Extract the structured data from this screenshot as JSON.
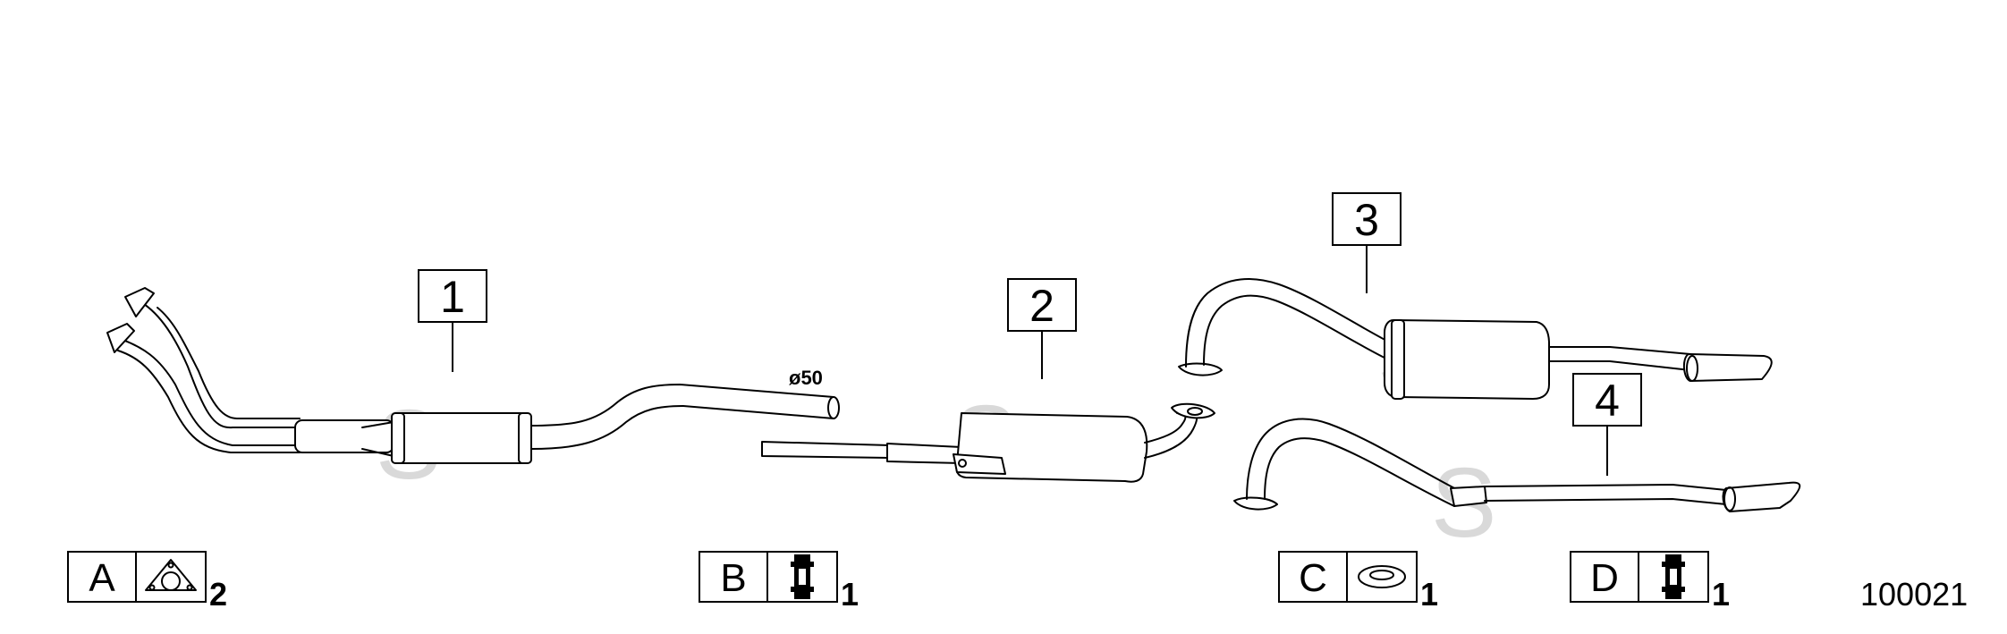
{
  "callouts": [
    {
      "label": "1"
    },
    {
      "label": "2"
    },
    {
      "label": "3"
    },
    {
      "label": "4"
    }
  ],
  "watermark": "S",
  "pipe_diameter": "ø50",
  "legend": [
    {
      "letter": "A",
      "icon": "flange-gasket-icon",
      "qty": "2"
    },
    {
      "letter": "B",
      "icon": "clamp-icon",
      "qty": "1"
    },
    {
      "letter": "C",
      "icon": "ring-gasket-icon",
      "qty": "1"
    },
    {
      "letter": "D",
      "icon": "clamp-icon",
      "qty": "1"
    }
  ],
  "reference_number": "100021"
}
